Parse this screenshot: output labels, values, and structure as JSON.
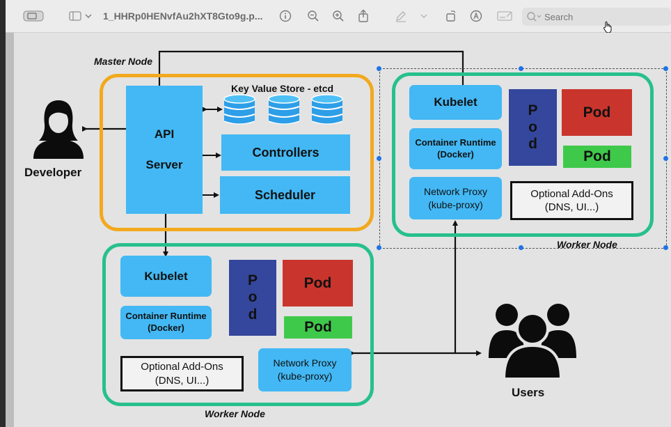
{
  "toolbar": {
    "filename": "1_HHRp0HENvfAu2hXT8Gto9g.p...",
    "search_placeholder": "Search"
  },
  "diagram": {
    "master_label": "Master Node",
    "etcd_label": "Key Value Store - etcd",
    "api_line1": "API",
    "api_line2": "Server",
    "controllers": "Controllers",
    "scheduler": "Scheduler",
    "developer": "Developer",
    "users": "Users",
    "worker_label": "Worker Node",
    "kubelet": "Kubelet",
    "runtime_line1": "Container Runtime",
    "runtime_line2": "(Docker)",
    "proxy_line1": "Network Proxy",
    "proxy_line2": "(kube-proxy)",
    "addons_line1": "Optional Add-Ons",
    "addons_line2": "(DNS, UI...)",
    "pod": "Pod",
    "pod_vertical": [
      "P",
      "o",
      "d"
    ]
  },
  "colors": {
    "master_border": "#f2a91e",
    "worker_border": "#27c08d",
    "component_fill": "#43b8f4"
  }
}
